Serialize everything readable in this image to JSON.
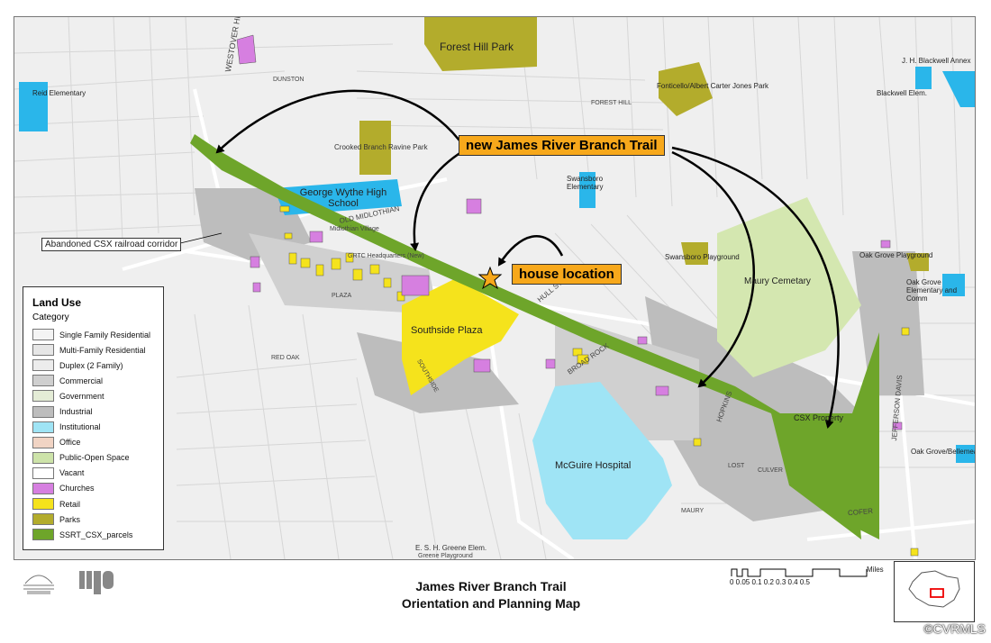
{
  "title_lines": [
    "James River Branch Trail",
    "Orientation and Planning Map"
  ],
  "callouts": {
    "trail": "new James River Branch Trail",
    "house": "house location",
    "corridor": "Abandoned CSX railroad corridor"
  },
  "legend": {
    "title": "Land Use",
    "category_label": "Category",
    "items": [
      {
        "label": "Single Family Residential",
        "color": "#f4f4f4"
      },
      {
        "label": "Multi-Family Residential",
        "color": "#e6e6e6"
      },
      {
        "label": "Duplex (2 Family)",
        "color": "#ececec"
      },
      {
        "label": "Commercial",
        "color": "#cfcfcf"
      },
      {
        "label": "Government",
        "color": "#e4ecd6"
      },
      {
        "label": "Industrial",
        "color": "#bdbdbd"
      },
      {
        "label": "Institutional",
        "color": "#9fe4f5"
      },
      {
        "label": "Office",
        "color": "#f1d4c4"
      },
      {
        "label": "Public-Open Space",
        "color": "#cde3a9"
      },
      {
        "label": "Vacant",
        "color": "#ffffff"
      },
      {
        "label": "Churches",
        "color": "#d67fe0"
      },
      {
        "label": "Retail",
        "color": "#f5e31c"
      },
      {
        "label": "Parks",
        "color": "#b3ac2c"
      },
      {
        "label": "SSRT_CSX_parcels",
        "color": "#6ea52a"
      }
    ]
  },
  "places": {
    "forest_hill_park": "Forest Hill Park",
    "fonticello": "Fonticello/Albert Carter Jones Park",
    "crooked_branch": "Crooked Branch Ravine Park",
    "george_wythe": "George Wythe High School",
    "swansboro_elem": "Swansboro Elementary",
    "swansboro_playground": "Swansboro Playground",
    "maury_cemetery": "Maury Cemetary",
    "southside_plaza": "Southside Plaza",
    "mcguire_hospital": "McGuire Hospital",
    "csx_property": "CSX Property",
    "reid_elem": "Reid Elementary",
    "blackwell_annex": "J. H. Blackwell Annex",
    "blackwell_elem": "Blackwell Elem.",
    "oak_grove_playground": "Oak Grove Playground",
    "oak_grove_elem": "Oak Grove Elementary and Comm",
    "oak_grove_bellemeade": "Oak Grove/Bellemead",
    "greene_elem": "E. S. H. Greene Elem.",
    "greene_playground": "Greene Playground",
    "midlothian_village": "Midlothian Village",
    "grtc": "GRTC Headquarters (New)"
  },
  "streets": {
    "westover_hills": "WESTOVER HILLS",
    "old_midlothian": "OLD MIDLOTHIAN",
    "broad_rock": "BROAD ROCK",
    "hopkins": "HOPKINS",
    "cofer": "COFER",
    "jefferson_davis": "JEFFERSON DAVIS",
    "hull_st": "HULL ST",
    "forest_hill": "FOREST HILL",
    "plaza": "PLAZA",
    "red_oak": "RED OAK",
    "southside": "SOUTHSIDE",
    "dunston": "DUNSTON",
    "culver": "CULVER",
    "lost": "LOST",
    "maury": "MAURY"
  },
  "scale": {
    "numbers": "0 0.05 0.1    0.2      0.3      0.4      0.5",
    "unit": "Miles"
  },
  "watermark": "©CVRMLS",
  "colors": {
    "trail": "#6ea52a",
    "callout": "#f7a81b",
    "park": "#b3ac2c",
    "institutional": "#2ab6ea",
    "hospital": "#9fe4f5",
    "retail": "#f5e31c",
    "church": "#d67fe0",
    "industrial": "#bdbdbd"
  }
}
